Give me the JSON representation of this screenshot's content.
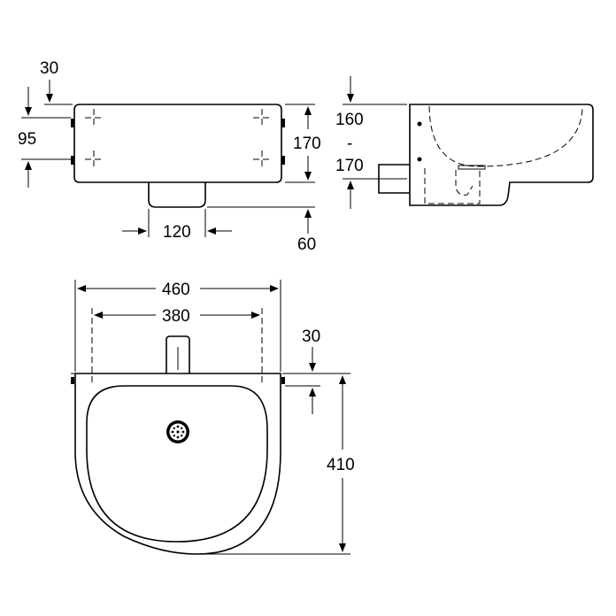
{
  "drawing": {
    "front_view": {
      "dim_top_offset": "30",
      "dim_fixing_spacing": "95",
      "dim_height": "170",
      "dim_drain_width": "120",
      "dim_drain_depth": "60"
    },
    "side_view": {
      "dim_range_top": "160",
      "dim_range_sep": "-",
      "dim_range_bottom": "170"
    },
    "top_view": {
      "dim_overall_width": "460",
      "dim_fixing_width": "380",
      "dim_back_offset": "30",
      "dim_depth": "410"
    }
  }
}
